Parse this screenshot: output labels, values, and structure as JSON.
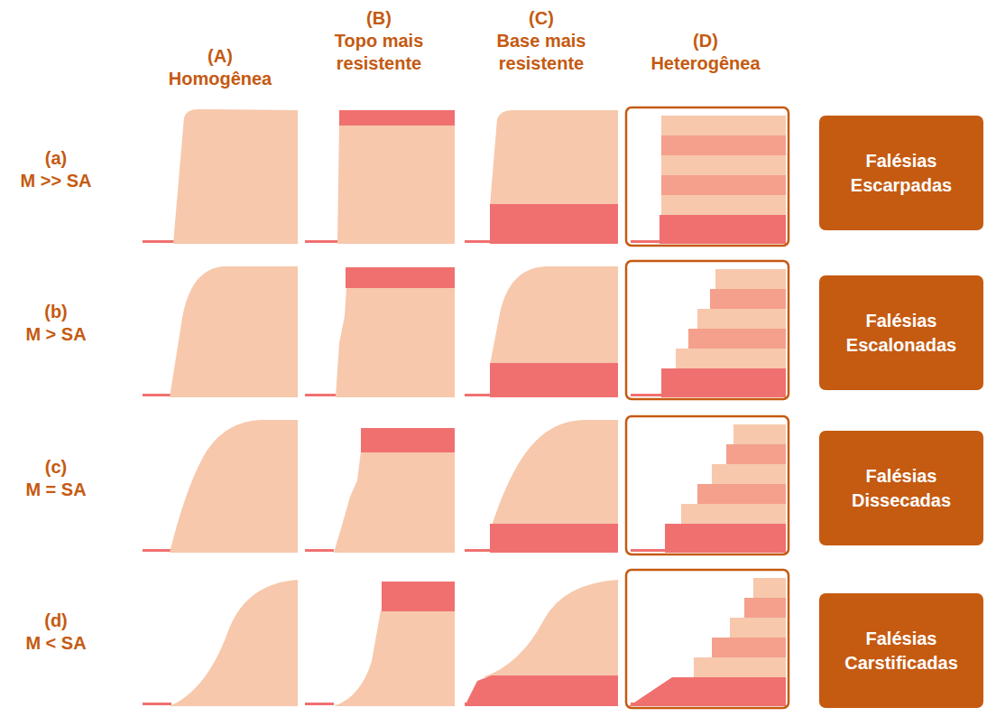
{
  "diagram": {
    "nodes": [
      {
        "text": [
          "Falésias Escarpadas"
        ]
      },
      {
        "text": [
          "Falésias Escalonadas"
        ]
      },
      {
        "text": [
          "Falésias Dissecadas"
        ]
      },
      {
        "text": [
          "Falésias Carstificadas"
        ]
      }
    ],
    "labels": [
      "(A)",
      "Homogênea",
      "(B)",
      "Topo mais resistente",
      "(C)",
      "Base mais resistente",
      "(D)",
      "Heterogênea",
      "(a)",
      "M >> SA",
      "(b)",
      "M > SA",
      "(c)",
      "M = SA",
      "(d)",
      "M < SA"
    ]
  }
}
